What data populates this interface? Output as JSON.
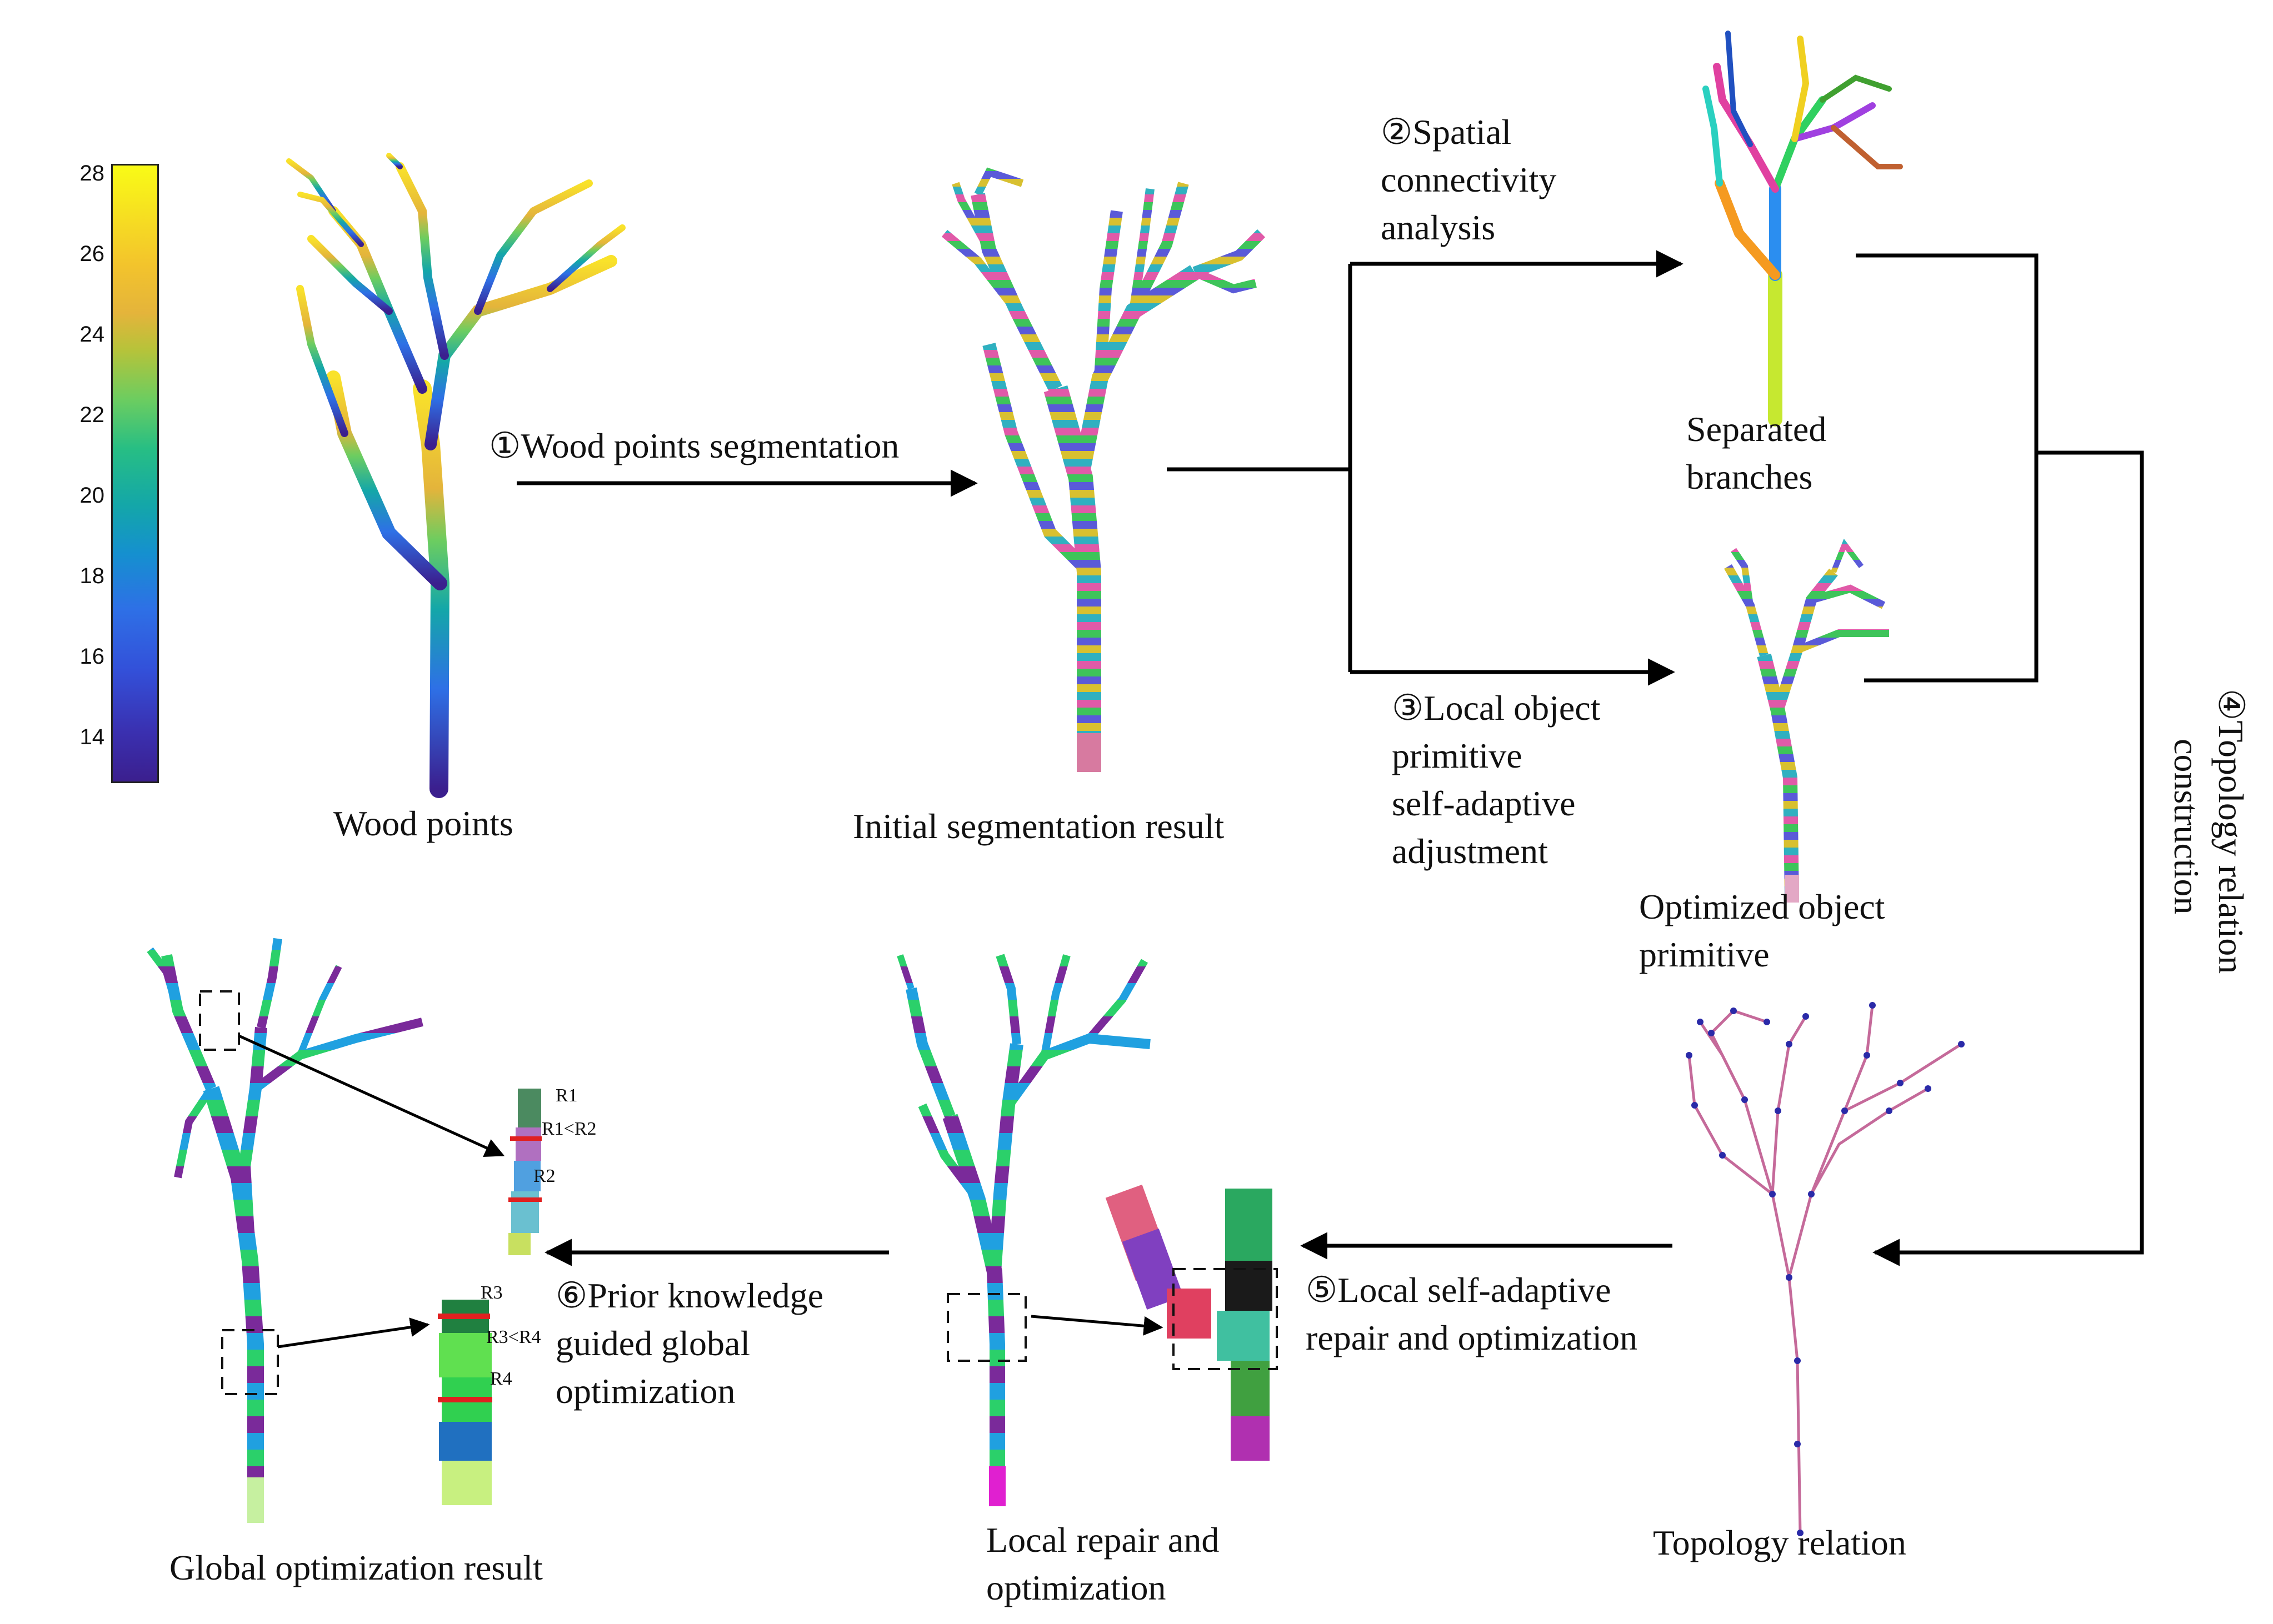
{
  "colorbar": {
    "ticks": [
      "28",
      "26",
      "24",
      "22",
      "20",
      "18",
      "16",
      "14"
    ]
  },
  "labels": {
    "wood_points": "Wood points",
    "initial_segmentation": "Initial segmentation result",
    "separated_branches": [
      "Separated",
      "branches"
    ],
    "optimized_primitive": [
      "Optimized object",
      "primitive"
    ],
    "topology_relation": "Topology relation",
    "local_repair": [
      "Local repair and",
      "optimization"
    ],
    "global_optimization": "Global optimization result"
  },
  "steps": {
    "step1": "①Wood points segmentation",
    "step2": [
      "②Spatial",
      "connectivity",
      "analysis"
    ],
    "step3": [
      "③Local object",
      "primitive",
      "self-adaptive",
      "adjustment"
    ],
    "step4": [
      "④Topology relation",
      "construction"
    ],
    "step5": [
      "⑤Local self-adaptive",
      "repair and optimization"
    ],
    "step6": [
      "⑥Prior knowledge",
      "guided global",
      "optimization"
    ]
  },
  "annotations": {
    "r1": "R1",
    "r1_lt_r2": "R1<R2",
    "r2": "R2",
    "r3": "R3",
    "r3_lt_r4": "R3<R4",
    "r4": "R4"
  },
  "colors": {
    "arrow": "#000000",
    "trunk_height_low": "#3b1f8e",
    "trunk_height_mid": "#14a7a8",
    "trunk_height_high": "#f3c42c",
    "topology_line": "#c56a9a",
    "topology_node": "#2a2aa8",
    "ring_marker": "#e02020"
  }
}
